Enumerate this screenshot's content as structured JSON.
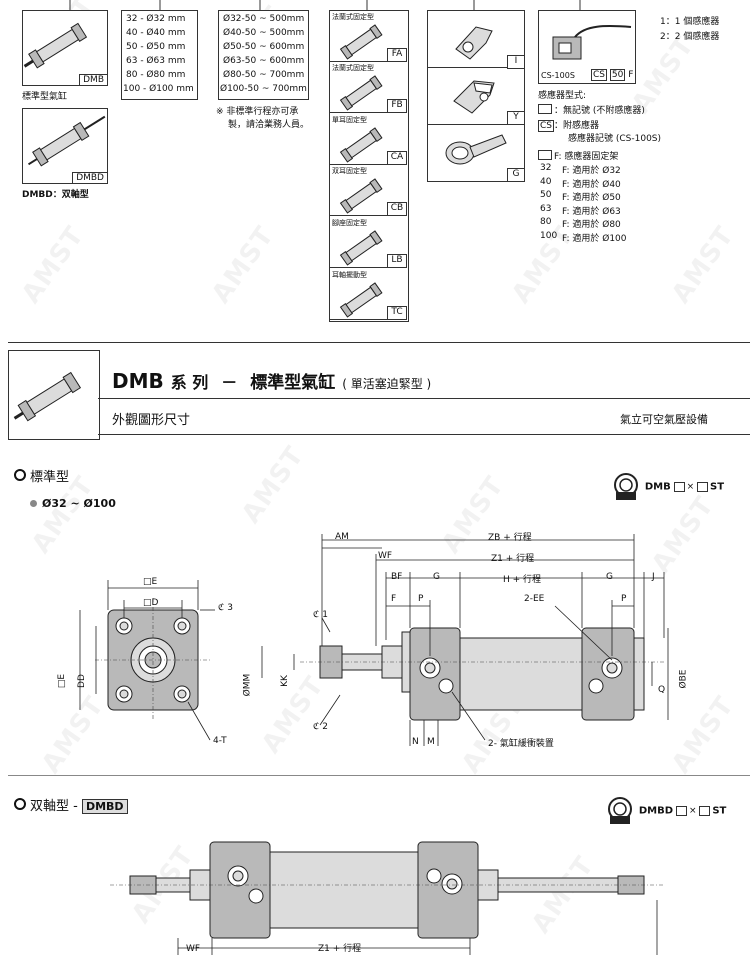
{
  "watermark": "AMST",
  "top": {
    "dmb_tag": "DMB",
    "dmb_caption": "標準型氣缸",
    "dmbd_tag": "DMBD",
    "dmbd_caption": "DMBD：双軸型",
    "bore_rows": [
      "32 -  Ø32 mm",
      "40 -  Ø40 mm",
      "50 -  Ø50 mm",
      "63 -  Ø63 mm",
      "80 -  Ø80 mm",
      "100 - Ø100 mm"
    ],
    "stroke_rows": [
      "Ø32-50 ~ 500mm",
      "Ø40-50 ~ 500mm",
      "Ø50-50 ~ 600mm",
      "Ø63-50 ~ 600mm",
      "Ø80-50 ~ 700mm",
      "Ø100-50 ~ 700mm"
    ],
    "stroke_note_1": "※ 非標準行程亦可承",
    "stroke_note_2": "製，請洽業務人員。",
    "mounts": [
      {
        "label": "法蘭式固定型",
        "code": "FA"
      },
      {
        "label": "法蘭式固定型",
        "code": "FB"
      },
      {
        "label": "單耳固定型",
        "code": "CA"
      },
      {
        "label": "双耳固定型",
        "code": "CB"
      },
      {
        "label": "腳座固定型",
        "code": "LB"
      },
      {
        "label": "耳軸擺動型",
        "code": "TC"
      }
    ],
    "joints": [
      "I",
      "Y",
      "G"
    ],
    "sensor_qty_1": "1：1 個感應器",
    "sensor_qty_2": "2：2 個感應器",
    "sensor_model": "CS-100S",
    "sensor_cs": "CS",
    "sensor_50": "50",
    "sensor_f": "F",
    "sensor_type_title": "感應器型式:",
    "sensor_none": "：無記號 (不附感應器)",
    "sensor_cs_code": "CS",
    "sensor_cs_desc": "：附感應器",
    "sensor_cs_desc2": "感應器記號 (CS-100S)",
    "bracket_line": "F: 感應器固定架",
    "bracket_rows": [
      {
        "code": "32",
        "desc": "F: 適用於 Ø32"
      },
      {
        "code": "40",
        "desc": "F: 適用於 Ø40"
      },
      {
        "code": "50",
        "desc": "F: 適用於 Ø50"
      },
      {
        "code": "63",
        "desc": "F: 適用於 Ø63"
      },
      {
        "code": "80",
        "desc": "F: 適用於 Ø80"
      },
      {
        "code": "100",
        "desc": "F: 適用於 Ø100"
      }
    ]
  },
  "header": {
    "series": "DMB",
    "series_suffix": "系 列",
    "dash": "－",
    "title": "標準型氣缸",
    "paren": "( 單活塞迫緊型 )",
    "subtitle": "外觀圖形尺寸",
    "company": "氣立可空氣壓設備"
  },
  "standard": {
    "heading": "標準型",
    "range": "Ø32 ~ Ø100",
    "model_code": "DMB",
    "model_x": "×",
    "model_st": "ST",
    "labels": {
      "E": "□E",
      "D": "□D",
      "c3": "3",
      "sideE": "□E",
      "sideD": "DD",
      "fourT": "4-T",
      "AM": "AM",
      "ZB": "ZB + 行程",
      "WF": "WF",
      "Z1": "Z1 + 行程",
      "BF": "BF",
      "G1": "G",
      "H": "H + 行程",
      "G2": "G",
      "J": "J",
      "F": "F",
      "P1": "P",
      "EE": "2-EE",
      "P2": "P",
      "c1": "1",
      "MM": "ØMM",
      "KK": "KK",
      "BE": "ØBE",
      "Q": "Q",
      "c2": "2",
      "N": "N",
      "M": "M",
      "cushion": "2- 氣缸緩衝裝置"
    }
  },
  "double": {
    "heading": "双軸型 -",
    "code": "DMBD",
    "model_code": "DMBD",
    "model_x": "×",
    "model_st": "ST",
    "WF": "WF",
    "Z1": "Z1 + 行程"
  }
}
